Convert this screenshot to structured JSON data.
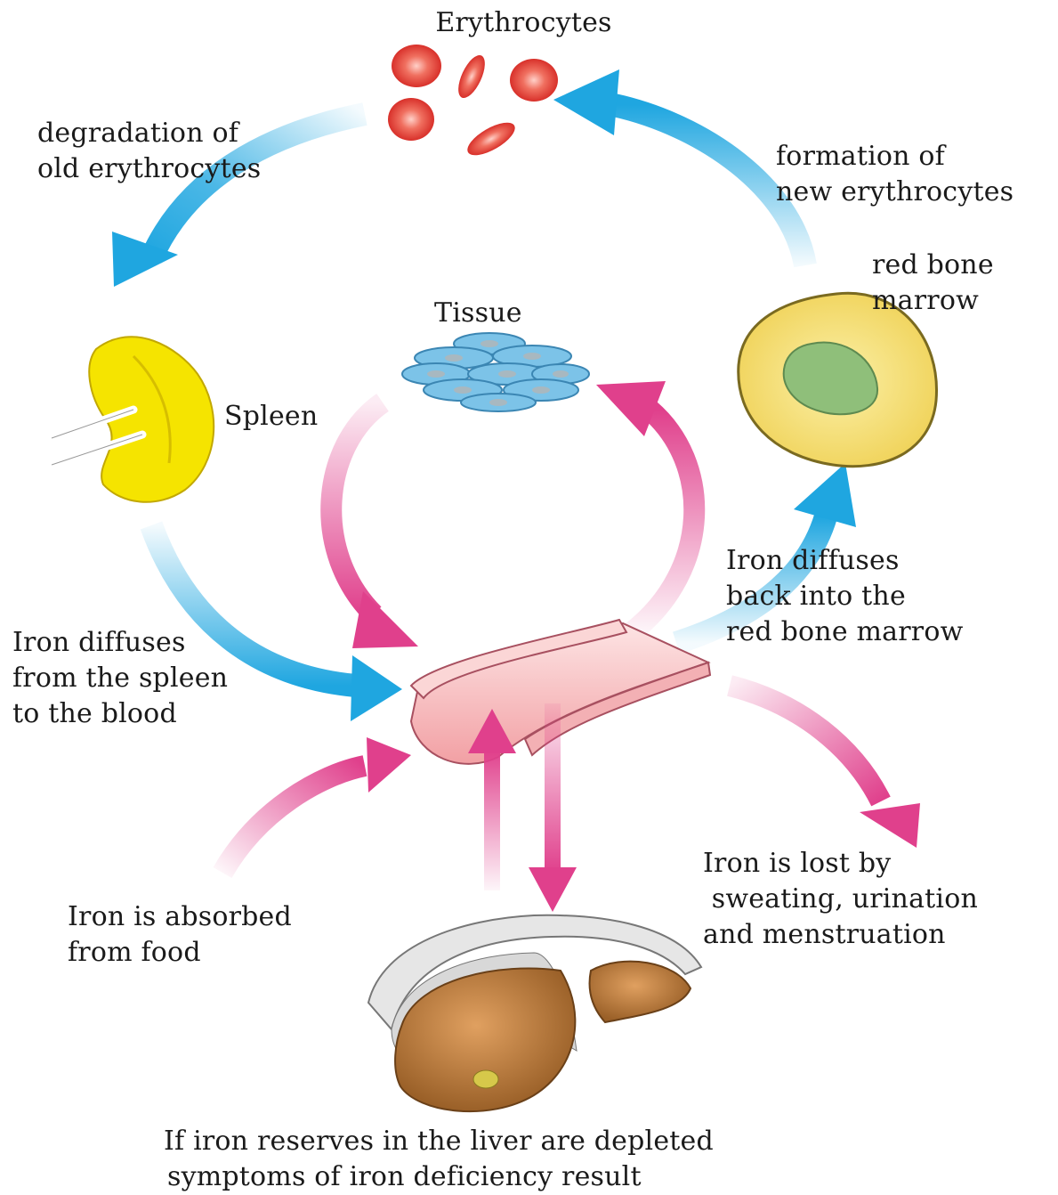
{
  "labels": {
    "erythrocytes": "Erythrocytes",
    "degradation": [
      "degradation of",
      "old erythrocytes"
    ],
    "formation": [
      "formation of",
      "new erythrocytes"
    ],
    "red_bone_marrow": [
      "red bone",
      "marrow"
    ],
    "tissue": "Tissue",
    "spleen": "Spleen",
    "diffuses_back": [
      "Iron diffuses",
      "back into the",
      "red bone marrow"
    ],
    "diffuses_from_spleen": [
      "Iron diffuses",
      "from the spleen",
      "to the blood"
    ],
    "iron_lost": [
      "Iron is lost by",
      " sweating, urination",
      "and menstruation"
    ],
    "iron_absorbed": [
      "Iron is absorbed",
      "from food"
    ],
    "liver_note": [
      "If iron reserves in the liver are depleted",
      "symptoms of iron deficiency result"
    ]
  },
  "colors": {
    "blue_arrow": "#1fa6e0",
    "pink_arrow": "#e0408c",
    "erythrocyte": "#e8473c",
    "spleen": "#f5e400",
    "marrow_outer": "#f7e27a",
    "marrow_inner": "#8fbf7a",
    "tissue": "#7cc3e8",
    "vessel": "#f6b8b8",
    "liver": "#b5783a"
  }
}
